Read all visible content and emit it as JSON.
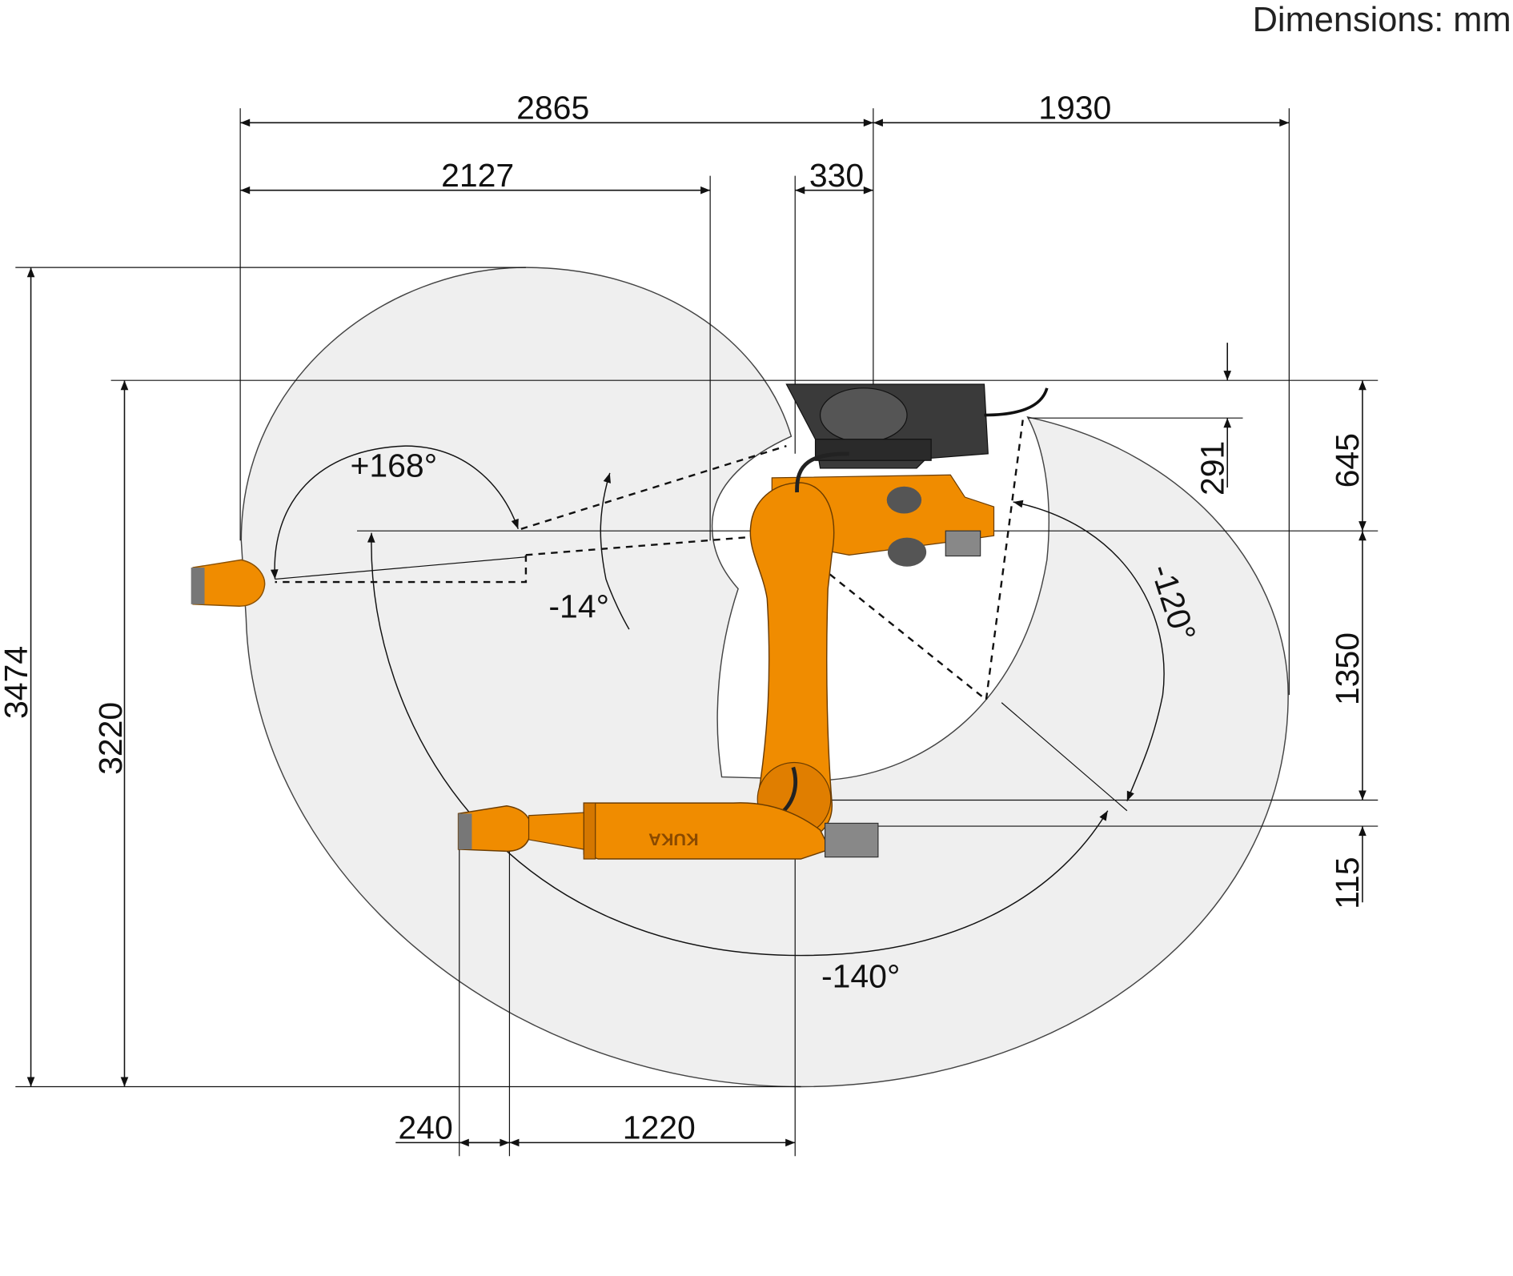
{
  "header": {
    "units_label": "Dimensions: mm"
  },
  "dimensions": {
    "top_reach_total": "2865",
    "top_reach_right": "1930",
    "reach_2127": "2127",
    "offset_330": "330",
    "height_3474": "3474",
    "height_3220": "3220",
    "offset_291": "291",
    "height_645": "645",
    "height_1350": "1350",
    "height_115": "115",
    "bottom_240": "240",
    "bottom_1220": "1220"
  },
  "angles": {
    "a2_plus": "+168°",
    "a3_minus14": "-14°",
    "a3_minus120": "-120°",
    "a2_minus140": "-140°"
  },
  "robot": {
    "brand": "KUKA",
    "color": "#f08c00"
  },
  "colors": {
    "envelope": "#efefef",
    "robot_orange": "#f08c00",
    "base_dark": "#3a3a3a"
  }
}
